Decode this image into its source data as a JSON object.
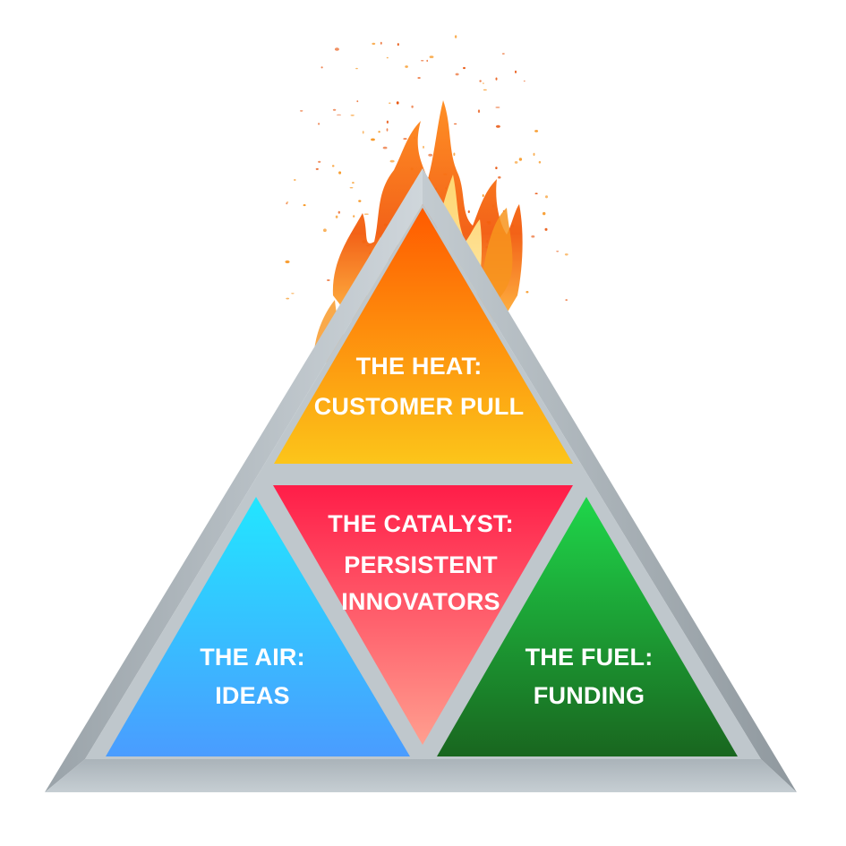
{
  "diagram": {
    "segments": {
      "heat": {
        "line1": "THE HEAT:",
        "line2": "CUSTOMER PULL",
        "color_top": "#ff5a00",
        "color_bottom": "#fcc51a"
      },
      "catalyst": {
        "line1": "THE CATALYST:",
        "line2": "PERSISTENT",
        "line3": "INNOVATORS",
        "color_top": "#ff1d48",
        "color_bottom": "#ff9f8f"
      },
      "air": {
        "line1": "THE AIR:",
        "line2": "IDEAS",
        "color_top": "#22e6ff",
        "color_bottom": "#4a9cff"
      },
      "fuel": {
        "line1": "THE FUEL:",
        "line2": "FUNDING",
        "color_top": "#1fd64a",
        "color_bottom": "#19661f"
      }
    },
    "frame_color": "#a8b3bb",
    "flame_colors": [
      "#e8550e",
      "#f7941d",
      "#ffd33b"
    ]
  }
}
